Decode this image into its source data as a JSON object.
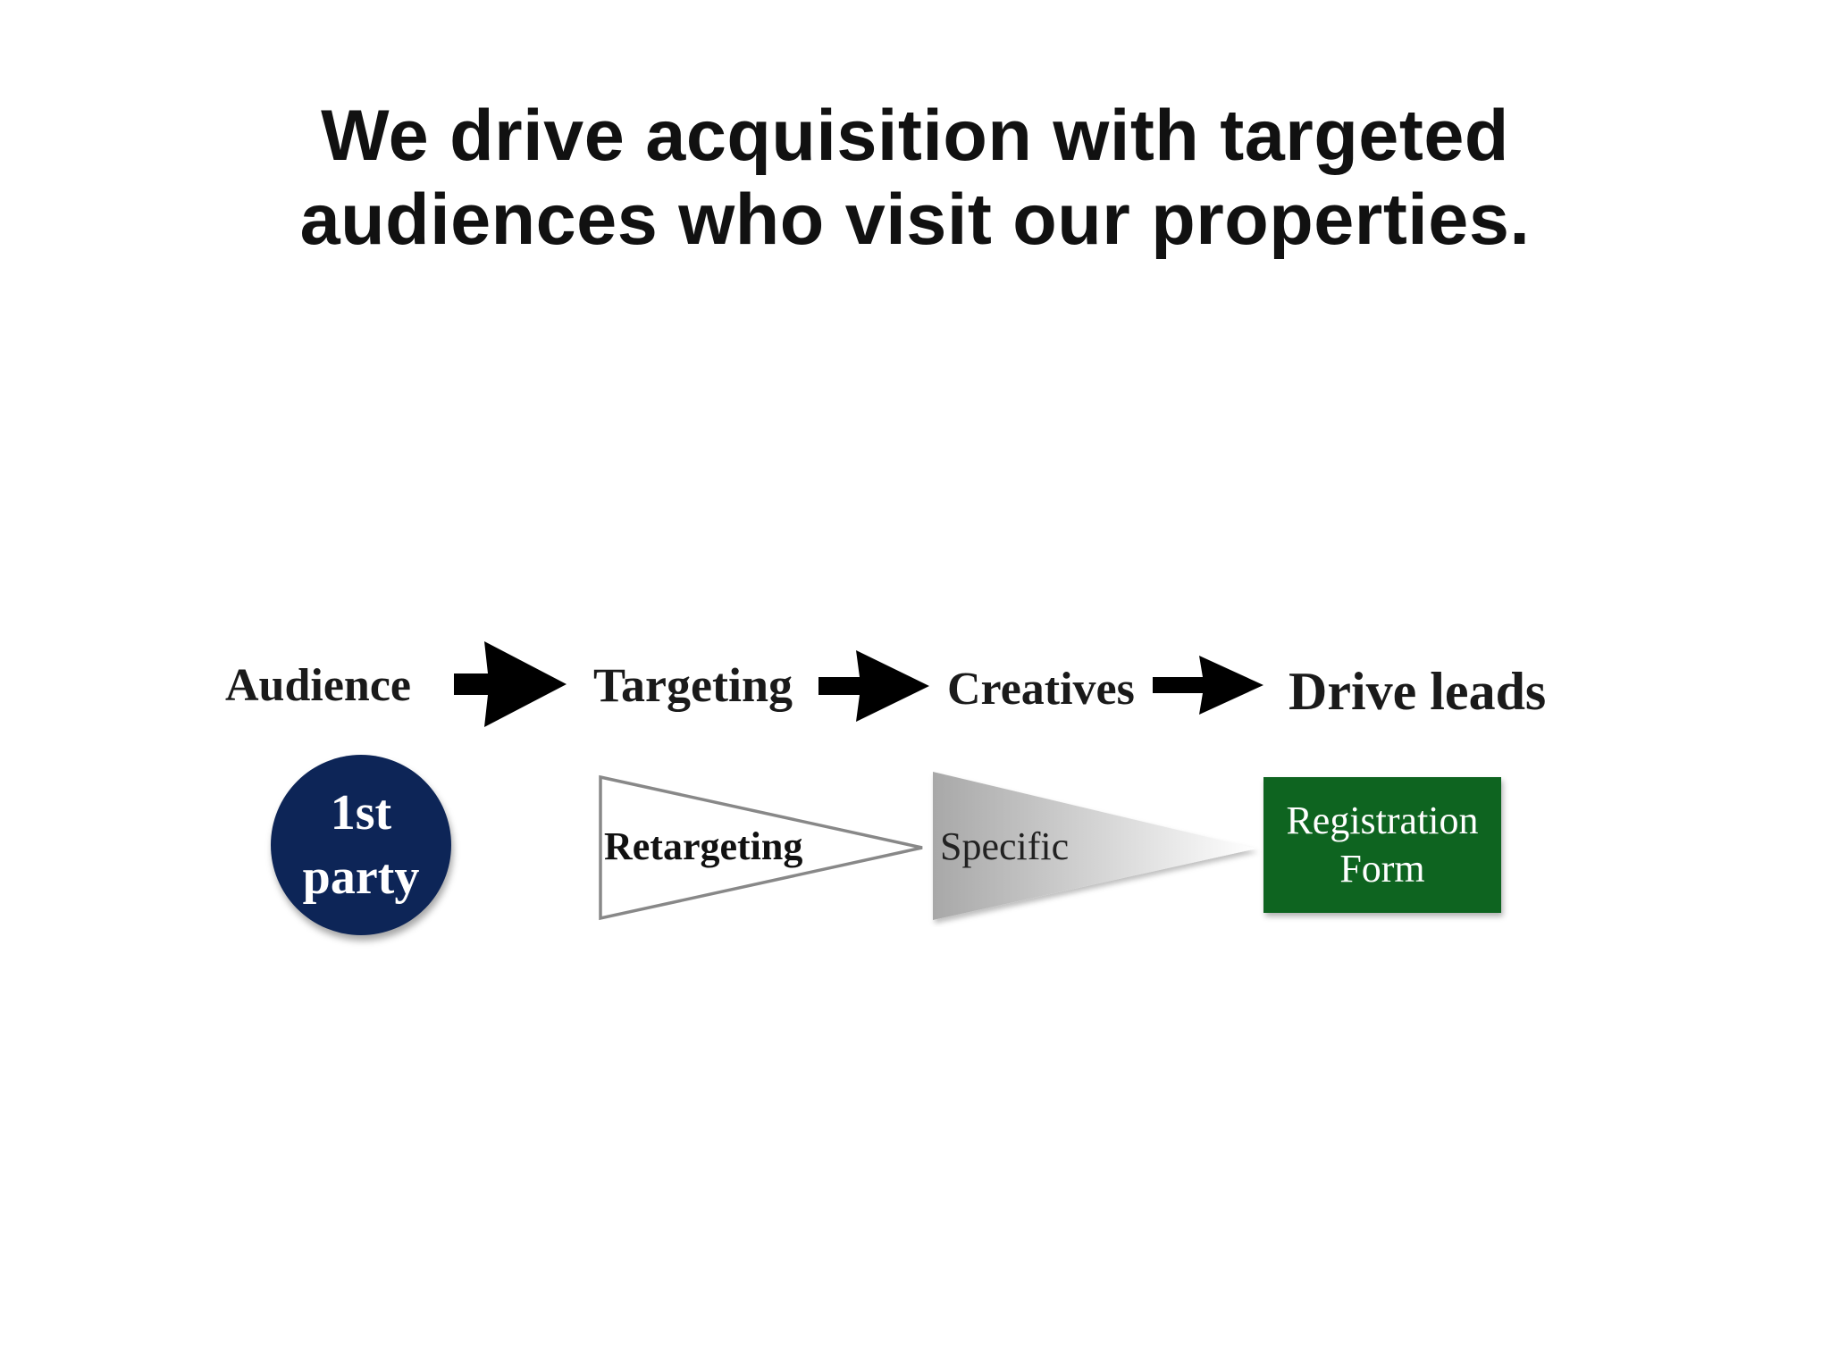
{
  "slide": {
    "title_line1": "We drive acquisition with targeted",
    "title_line2": "audiences who visit our properties."
  },
  "flow": {
    "steps": [
      {
        "label": "Audience"
      },
      {
        "label": "Targeting"
      },
      {
        "label": "Creatives"
      },
      {
        "label": "Drive leads"
      }
    ],
    "arrow_icon": "right-arrow-icon"
  },
  "shapes": {
    "audience_circle": {
      "line1": "1st",
      "line2": "party",
      "color": "#0d2557"
    },
    "targeting_triangle": {
      "text": "Retargeting",
      "stroke": "#888888"
    },
    "creatives_triangle": {
      "text": "Specific",
      "gradient_from": "#a8a8a8",
      "gradient_to": "#ffffff"
    },
    "leads_box": {
      "line1": "Registration",
      "line2": "Form",
      "color": "#0e6420"
    }
  }
}
